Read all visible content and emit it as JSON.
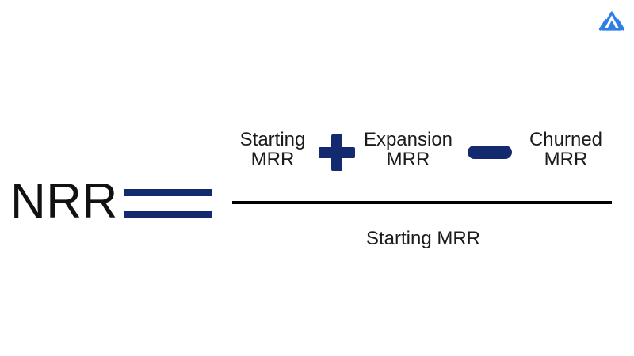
{
  "page": {
    "background_color": "#ffffff",
    "title": "NRR formula graphic"
  },
  "brand": {
    "logo_name": "mountain-logo-icon",
    "logo_color": "#2f7fe4"
  },
  "formula": {
    "result_label": "NRR",
    "equals_symbol": "=",
    "equals_color": "#132a6e",
    "numerator": {
      "terms": [
        {
          "line1": "Starting",
          "line2": "MRR"
        },
        {
          "line1": "Expansion",
          "line2": "MRR"
        },
        {
          "line1": "Churned",
          "line2": "MRR"
        }
      ],
      "operators": [
        {
          "symbol": "+",
          "name": "plus",
          "color": "#132a6e"
        },
        {
          "symbol": "−",
          "name": "minus",
          "color": "#132a6e"
        }
      ]
    },
    "denominator": "Starting MRR",
    "bar_color": "#000000",
    "text_color": "#1b1b1b"
  }
}
